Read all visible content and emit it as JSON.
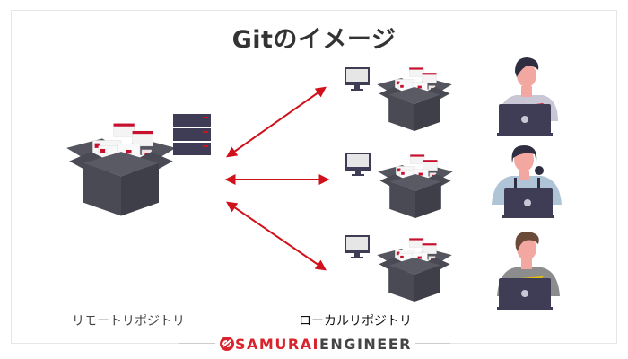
{
  "title": "Gitのイメージ",
  "labels": {
    "remote": "リモートリポジトリ",
    "local": "ローカルリポジトリ"
  },
  "brand": {
    "part1": "SAMURAI",
    "part2": "ENGINEER",
    "logo_icon": "samurai-s-logo-icon"
  },
  "colors": {
    "accent_red": "#d0111b",
    "box_dark": "#4a4a55",
    "server_dark": "#3f3d56",
    "text_dark": "#333333",
    "frame_border": "#e6e6e6"
  },
  "diagram": {
    "remote_repository": {
      "icon": "open-box-with-documents-icon",
      "server_icon": "server-stack-icon"
    },
    "local_repositories": [
      {
        "computer_icon": "monitor-icon",
        "box_icon": "open-box-with-documents-icon",
        "developer_icon": "developer-man-laptop-icon"
      },
      {
        "computer_icon": "monitor-icon",
        "box_icon": "open-box-with-documents-icon",
        "developer_icon": "developer-woman-laptop-icon"
      },
      {
        "computer_icon": "monitor-icon",
        "box_icon": "open-box-with-documents-icon",
        "developer_icon": "developer-man-laptop-icon"
      }
    ],
    "connections": [
      "bidirectional-arrow",
      "bidirectional-arrow",
      "bidirectional-arrow"
    ]
  }
}
